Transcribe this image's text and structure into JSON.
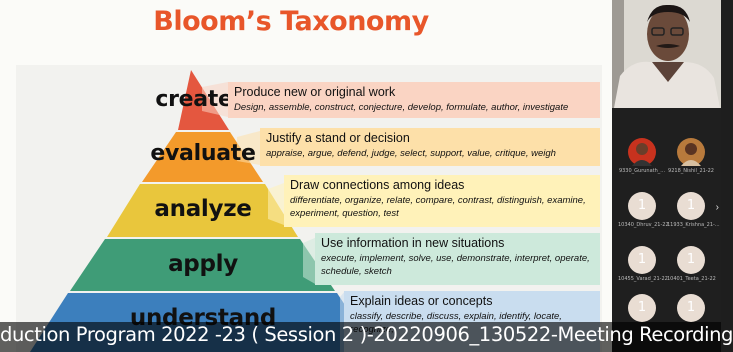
{
  "slide": {
    "title": "Bloom’s Taxonomy",
    "levels": [
      {
        "name": "create",
        "heading": "Produce new or original work",
        "examples": "Design, assemble, construct, conjecture, develop, formulate, author, investigate",
        "color": "#e4573f",
        "box_color": "#fad4c3"
      },
      {
        "name": "evaluate",
        "heading": "Justify a stand or decision",
        "examples": "appraise, argue, defend, judge, select, support, value, critique, weigh",
        "color": "#f39a2b",
        "box_color": "#fde0a9"
      },
      {
        "name": "analyze",
        "heading": "Draw connections among ideas",
        "examples": "differentiate, organize, relate, compare, contrast, distinguish, examine, experiment, question, test",
        "color": "#e9c63c",
        "box_color": "#fff2b9"
      },
      {
        "name": "apply",
        "heading": "Use information in new situations",
        "examples": "execute, implement, solve, use, demonstrate, interpret, operate, schedule, sketch",
        "color": "#3f9c77",
        "box_color": "#cde9db"
      },
      {
        "name": "understand",
        "heading": "Explain ideas or concepts",
        "examples": "classify, describe, discuss, explain, identify, locate, recognize,",
        "color": "#3c7fbd",
        "box_color": "#c9ddef"
      }
    ]
  },
  "participants": [
    {
      "name": "9330_Gurunath_...",
      "initial": ""
    },
    {
      "name": "9218_Nishil_21-22",
      "initial": ""
    },
    {
      "name": "10340_Dhruv_21-22",
      "initial": "1"
    },
    {
      "name": "11933_Krishna_21-...",
      "initial": "1"
    },
    {
      "name": "10455_Varad_21-22",
      "initial": "1"
    },
    {
      "name": "10401_Teeta_21-22",
      "initial": "1"
    },
    {
      "name": "",
      "initial": "1"
    },
    {
      "name": "",
      "initial": "1"
    }
  ],
  "caption": {
    "text": "duction Program 2022 -23 ( Session 2 )-20220906_130522-Meeting Recording"
  }
}
